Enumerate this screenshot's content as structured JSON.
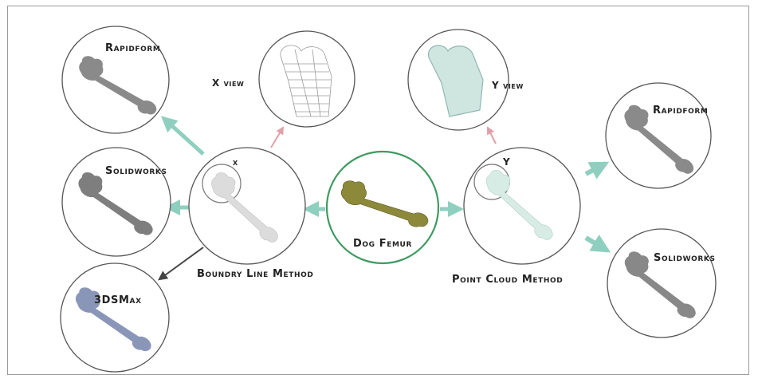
{
  "diagram": {
    "center": {
      "label": "Dog Femur"
    },
    "left_method": {
      "label": "Boundry Line Method",
      "axis_marker": "x",
      "view_label": "X view"
    },
    "right_method": {
      "label": "Point Cloud Method",
      "axis_marker": "Y",
      "view_label": "Y view"
    },
    "left_outputs": [
      {
        "label": "Rapidform"
      },
      {
        "label": "Solidworks"
      },
      {
        "label": "3DSMax"
      }
    ],
    "right_outputs": [
      {
        "label": "Rapidform"
      },
      {
        "label": "Solidworks"
      }
    ]
  },
  "colors": {
    "center_ring": "#3f9a60",
    "bone_grey": "#8a8a8a",
    "bone_femur": "#8c8a3a",
    "bone_blue": "#8a96b8",
    "arrow_teal": "#8fcfbf",
    "arrow_pink": "#e0a0a8",
    "arrow_dark": "#444444"
  }
}
